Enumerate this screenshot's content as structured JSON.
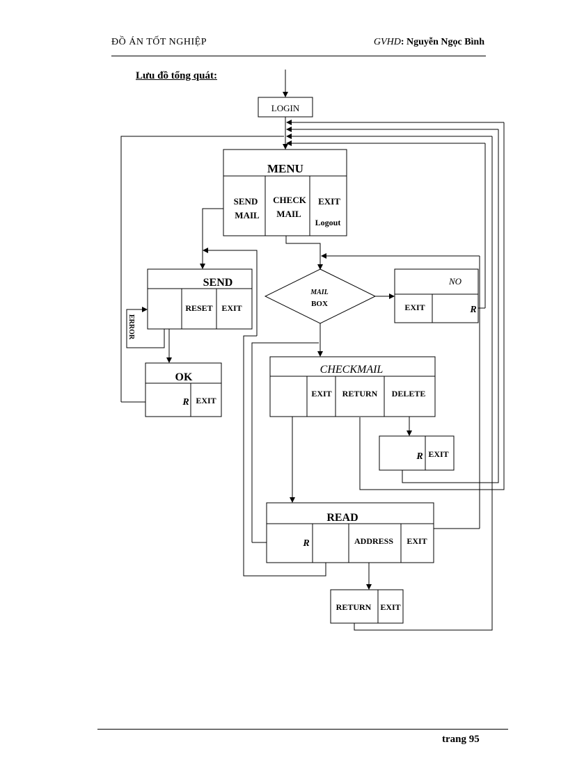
{
  "header": {
    "left": "ĐỒ ÁN TỐT NGHIỆP",
    "right_prefix": "GVHD",
    "right_name": ": Nguyễn Ngọc Bình"
  },
  "diagram_title": "Lưu đồ tổng quát:",
  "footer": {
    "page_label": "trang  95"
  },
  "flowchart": {
    "login": "LOGIN",
    "menu": {
      "title": "MENU",
      "send_mail_1": "SEND",
      "send_mail_2": "MAIL",
      "check_mail_1": "CHECK",
      "check_mail_2": "MAIL",
      "exit": "EXIT",
      "logout": "Logout"
    },
    "send": {
      "title": "SEND",
      "reset": "RESET",
      "exit": "EXIT",
      "error": "ERROR"
    },
    "ok": {
      "title": "OK",
      "r": "R",
      "exit": "EXIT"
    },
    "mailbox": {
      "line1": "MAIL",
      "line2": "BOX"
    },
    "no": {
      "title": "NO",
      "exit": "EXIT",
      "r": "R"
    },
    "checkmail": {
      "title": "CHECKMAIL",
      "exit": "EXIT",
      "return": "RETURN",
      "delete": "DELETE"
    },
    "delete_sub": {
      "r": "R",
      "exit": "EXIT"
    },
    "read": {
      "title": "READ",
      "r": "R",
      "address": "ADDRESS",
      "exit": "EXIT"
    },
    "read_sub": {
      "return": "RETURN",
      "exit": "EXIT"
    }
  }
}
